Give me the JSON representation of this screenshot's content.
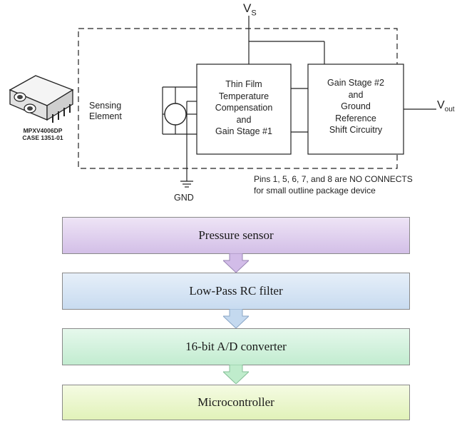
{
  "schematic": {
    "supply_label": "V",
    "supply_sub": "S",
    "output_label": "V",
    "output_sub": "out",
    "package_name": "MPXV4006DP",
    "package_case": "CASE 1351-01",
    "sensing_element": [
      "Sensing",
      "Element"
    ],
    "block1": [
      "Thin Film",
      "Temperature",
      "Compensation",
      "and",
      "Gain Stage #1"
    ],
    "block2": [
      "Gain Stage #2",
      "and",
      "Ground",
      "Reference",
      "Shift Circuitry"
    ],
    "ground_label": "GND",
    "note": [
      "Pins 1, 5, 6, 7, and 8 are NO CONNECTS",
      "for small outline package device"
    ]
  },
  "flow": {
    "steps": [
      "Pressure sensor",
      "Low-Pass RC filter",
      "16-bit A/D converter",
      "Microcontroller"
    ],
    "colors": [
      "#d9c6ec",
      "#cfdff2",
      "#c9efd6",
      "#e6f5c2"
    ]
  }
}
